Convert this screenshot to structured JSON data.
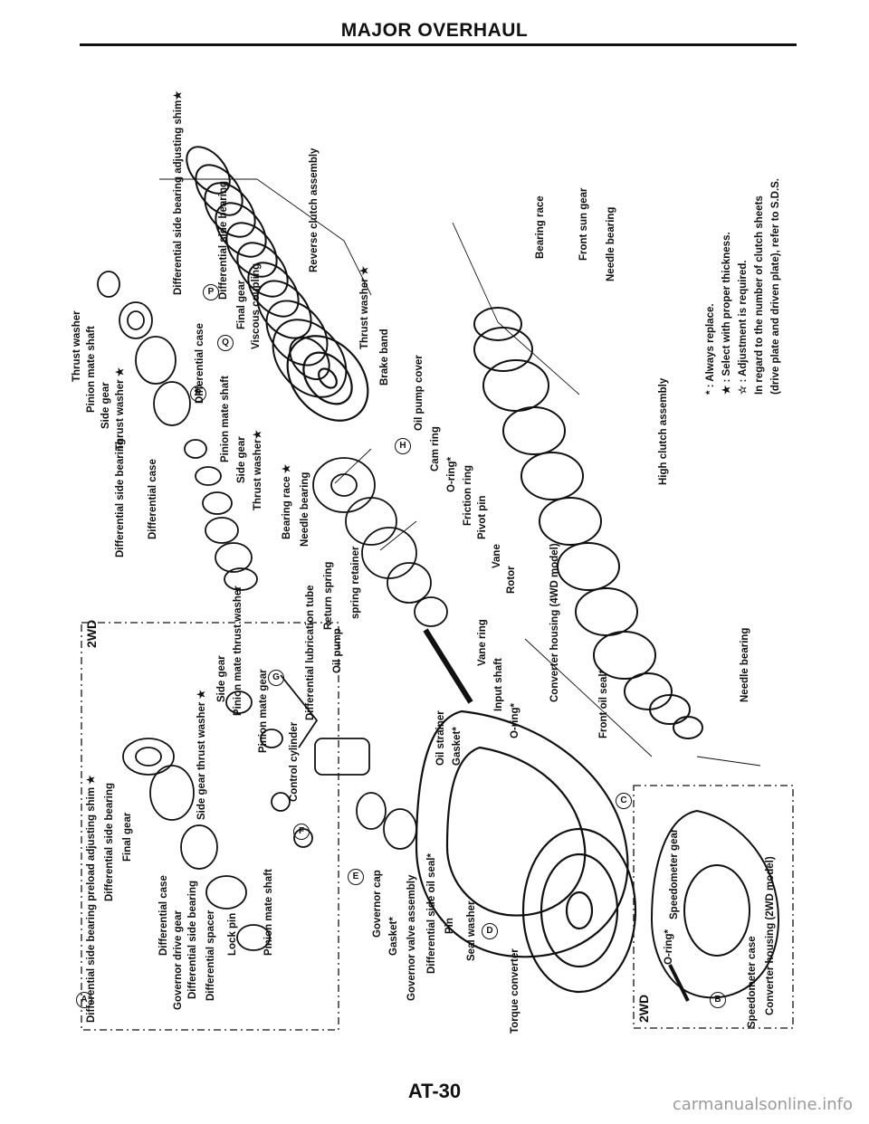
{
  "header": {
    "title": "MAJOR OVERHAUL"
  },
  "footer": {
    "page": "AT-30"
  },
  "watermark": "carmanualsonline.info",
  "boxes": {
    "top_2wd": "2WD",
    "bottom_2wd": "2WD"
  },
  "legend": [
    "* : Always replace.",
    "★ : Select with proper thickness.",
    "☆ : Adjustment is required.",
    "In regard to the number of clutch sheets",
    "(drive plate and driven plate), refer to S.D.S."
  ],
  "callouts": [
    "A",
    "B",
    "C",
    "D",
    "E",
    "F",
    "G",
    "H",
    "P",
    "Q",
    "R"
  ],
  "labels": {
    "diff_side_bearing_adj_shim": "Differential side bearing adjusting shim★",
    "reverse_clutch": "Reverse clutch assembly",
    "bearing_race": "Bearing race",
    "front_sun_gear": "Front sun gear",
    "needle_bearing_1": "Needle bearing",
    "diff_side_bearing_a": "Differential side bearing",
    "final_gear_a": "Final gear",
    "viscous_coupling": "Viscous coupling",
    "thrust_washer_star": "Thrust washer ★",
    "brake_band": "Brake band",
    "diff_case_a": "Differential case",
    "thrust_washer_top": "Thrust washer",
    "pinion_mate_shaft_a": "Pinion mate shaft",
    "side_gear_a": "Side gear",
    "thrust_washer_b": "Thrust washer ★",
    "pinion_mate_shaft_b": "Pinion mate shaft",
    "side_gear_b": "Side gear",
    "thrust_washer_c": "Thrust washer★",
    "oil_pump_cover": "Oil pump cover",
    "cam_ring": "Cam ring",
    "o_ring_a": "O-ring*",
    "friction_ring": "Friction ring",
    "pivot_pin": "Pivot pin",
    "vane": "Vane",
    "rotor": "Rotor",
    "high_clutch": "High clutch assembly",
    "bearing_race_star": "Bearing race ★",
    "needle_bearing_2": "Needle bearing",
    "diff_side_bearing_b": "Differential side bearing",
    "diff_case_b": "Differential case",
    "diff_lube_tube": "Differential lubrication tube",
    "return_spring": "Return spring",
    "oil_pump": "Oil pump",
    "spring_retainer": "spring retainer",
    "vane_ring": "Vane ring",
    "input_shaft": "Input shaft",
    "o_ring_b": "O-ring*",
    "converter_housing_4wd": "Converter housing (4WD model)",
    "front_oil_seal": "Front oil seal*",
    "needle_bearing_3": "Needle bearing",
    "oil_strainer": "Oil strainer",
    "gasket_a": "Gasket*",
    "control_cylinder": "Control cylinder",
    "governor_cap": "Governor cap",
    "gasket_b": "Gasket*",
    "governor_valve": "Governor valve assembly",
    "diff_side_oil_seal": "Differential side oil seal*",
    "pin": "Pin",
    "seal_washer": "Seal washer",
    "torque_converter": "Torque converter",
    "b2_shim": "Differential side bearing preload adjusting shim ★",
    "b2_diff_side_bearing": "Differential side bearing",
    "b2_final_gear": "Final gear",
    "b2_diff_case": "Differential case",
    "b2_governor_drive_gear": "Governor drive gear",
    "b2_diff_side_bearing_2": "Differential side bearing",
    "b2_diff_spacer": "Differential spacer",
    "b2_lock_pin": "Lock pin",
    "b2_pinion_mate_shaft": "Pinion mate shaft",
    "b2_side_gear_tw": "Side gear thrust washer ★",
    "b2_side_gear": "Side gear",
    "b2_pinion_mate_tw": "Pinion mate thrust washer",
    "b2_pinion_mate_gear": "Pinion mate gear",
    "b3_o_ring": "O-ring*",
    "b3_speedometer_gear": "Speedometer gear",
    "b3_speedometer_case": "Speedometer case",
    "b3_converter_housing": "Converter housing (2WD model)"
  }
}
